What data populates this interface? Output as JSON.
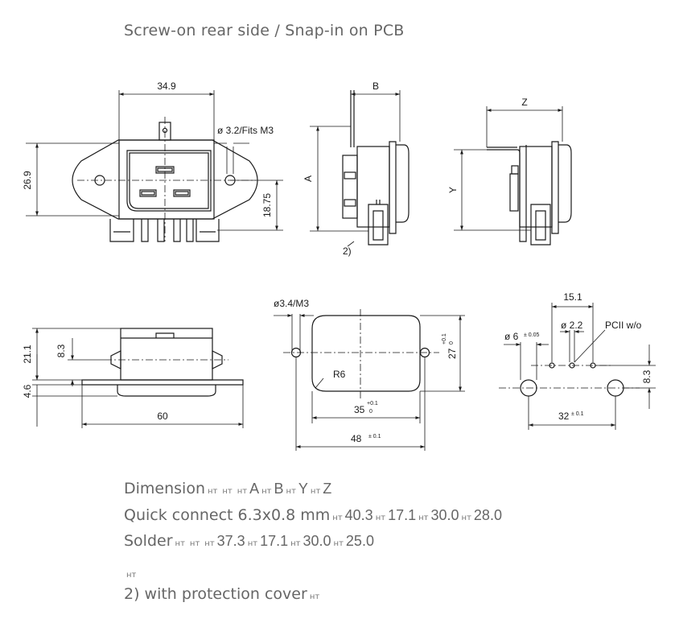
{
  "heading": "Screw-on rear side / Snap-in on PCB",
  "labels": {
    "w349": "34.9",
    "hole": "ø 3.2/Fits M3",
    "h269": "26.9",
    "h1875": "18.75",
    "B": "B",
    "A": "A",
    "note2": "2)",
    "Z": "Z",
    "Y": "Y",
    "h211": "21.1",
    "h83": "8.3",
    "h46": "4.6",
    "w60": "60",
    "m3": "ø3.4/M3",
    "r6": "R6",
    "w35": "35",
    "w35tol": "+0.1",
    "w35tol2": "0",
    "h27": "27",
    "h27tol": "+0.1",
    "h27tol2": "0",
    "w48": "48",
    "w48tol": "± 0.1",
    "w151": "15.1",
    "d6": "ø 6",
    "d6tol": "± 0.05",
    "d22": "ø 2.2",
    "pcii": "PCII w/o",
    "h83b": "8.3",
    "w32": "32",
    "w32tol": "± 0.1"
  },
  "table": {
    "sep": "нт",
    "row0": {
      "c0": "Dimension",
      "c1": "A",
      "c2": "B",
      "c3": "Y",
      "c4": "Z"
    },
    "row1": {
      "c0": "Quick connect 6.3x0.8 mm",
      "c1": "40.3",
      "c2": "17.1",
      "c3": "30.0",
      "c4": "28.0"
    },
    "row2": {
      "c0": "Solder",
      "c1": "37.3",
      "c2": "17.1",
      "c3": "30.0",
      "c4": "25.0"
    },
    "note": "2) with protection cover"
  }
}
